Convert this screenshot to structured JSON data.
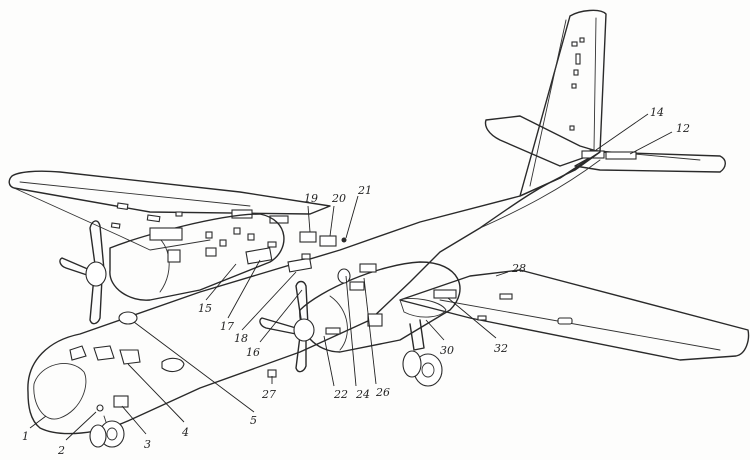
{
  "diagram": {
    "subject": "aircraft",
    "callouts": [
      {
        "id": "c1",
        "label": "1"
      },
      {
        "id": "c2",
        "label": "2"
      },
      {
        "id": "c3",
        "label": "3"
      },
      {
        "id": "c4",
        "label": "4"
      },
      {
        "id": "c5",
        "label": "5"
      },
      {
        "id": "c12",
        "label": "12"
      },
      {
        "id": "c14",
        "label": "14"
      },
      {
        "id": "c15",
        "label": "15"
      },
      {
        "id": "c16",
        "label": "16"
      },
      {
        "id": "c17",
        "label": "17"
      },
      {
        "id": "c18",
        "label": "18"
      },
      {
        "id": "c19",
        "label": "19"
      },
      {
        "id": "c20",
        "label": "20"
      },
      {
        "id": "c21",
        "label": "21"
      },
      {
        "id": "c22",
        "label": "22"
      },
      {
        "id": "c24",
        "label": "24"
      },
      {
        "id": "c26",
        "label": "26"
      },
      {
        "id": "c27",
        "label": "27"
      },
      {
        "id": "c28",
        "label": "28"
      },
      {
        "id": "c30",
        "label": "30"
      },
      {
        "id": "c32",
        "label": "32"
      }
    ]
  }
}
